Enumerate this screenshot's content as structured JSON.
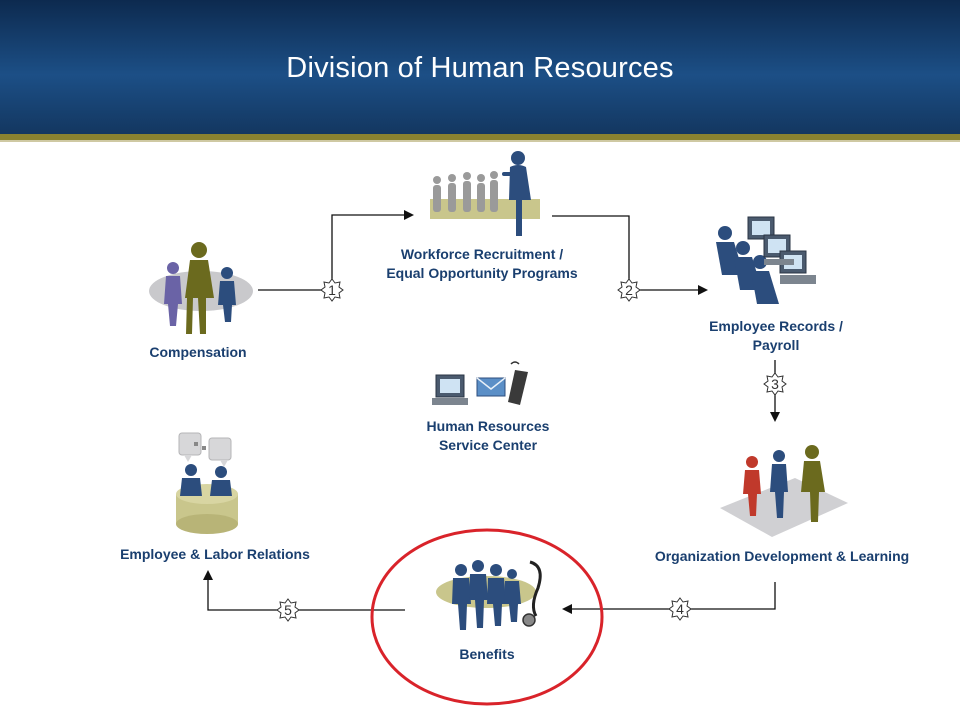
{
  "title": "Division of Human Resources",
  "colors": {
    "header_top": "#0d2a4f",
    "header_mid": "#1c4f86",
    "accent_band": "#8a8230",
    "label_text": "#1a3f6f",
    "highlight_circle": "#d9232a",
    "figure_navy": "#2c4d7d",
    "figure_olive": "#6b6a1e",
    "figure_purple": "#6a63a6",
    "figure_red": "#c0392b",
    "figure_grey": "#9a9a9a",
    "platform_tan": "#c9c68c"
  },
  "nodes": {
    "workforce": {
      "line1": "Workforce Recruitment /",
      "line2": "Equal Opportunity Programs",
      "icon": "people-presentation-icon"
    },
    "compensation": {
      "line1": "Compensation",
      "icon": "people-group-icon"
    },
    "records": {
      "line1": "Employee Records /",
      "line2": "Payroll",
      "icon": "computer-workstations-icon"
    },
    "service_center": {
      "line1": "Human Resources",
      "line2": "Service Center",
      "icon": "computer-mail-phone-icon"
    },
    "labor": {
      "line1": "Employee & Labor Relations",
      "icon": "people-conversation-icon"
    },
    "org_dev": {
      "line1": "Organization Development & Learning",
      "icon": "people-standing-icon"
    },
    "benefits": {
      "line1": "Benefits",
      "icon": "people-stethoscope-icon"
    }
  },
  "steps": [
    "1",
    "2",
    "3",
    "4",
    "5"
  ],
  "highlight": "benefits"
}
